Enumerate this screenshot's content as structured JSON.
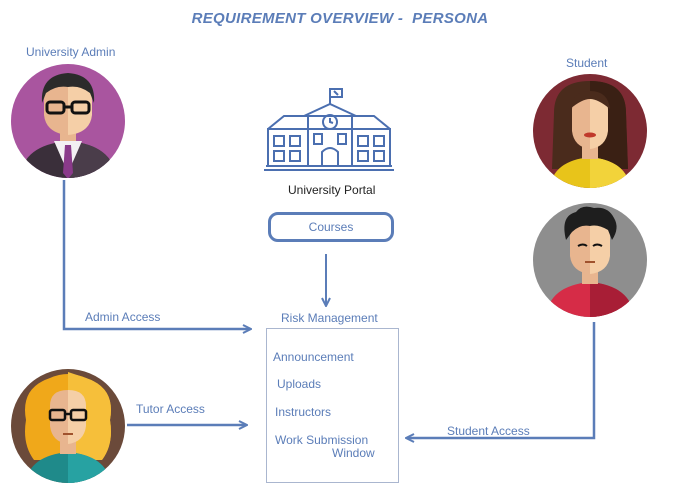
{
  "title": "REQUIREMENT OVERVIEW -  PERSONA",
  "colors": {
    "accent": "#5b7db8",
    "box_border": "#aab6cf"
  },
  "personas": {
    "admin": {
      "label": "University Admin",
      "icon": "admin-avatar-icon",
      "bg": "#a9559f"
    },
    "student_female": {
      "label": "Student",
      "icon": "student-female-avatar-icon",
      "bg": "#7d2a33"
    },
    "student_male": {
      "icon": "student-male-avatar-icon",
      "bg": "#8e8e8e"
    },
    "tutor": {
      "icon": "tutor-avatar-icon",
      "bg": "#6b4a3a"
    }
  },
  "portal": {
    "label": "University Portal",
    "icon": "university-building-icon"
  },
  "courses": {
    "label": "Courses"
  },
  "risk": {
    "title": "Risk Management",
    "modules": [
      "Announcement",
      "Uploads",
      "Instructors"
    ],
    "work_submission": {
      "line1": "Work Submission",
      "line2": "Window"
    }
  },
  "access": {
    "admin": "Admin Access",
    "tutor": "Tutor Access",
    "student": "Student Access"
  }
}
